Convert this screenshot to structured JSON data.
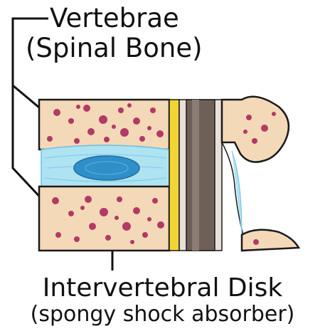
{
  "labels": {
    "vertebrae_title": "Vertebrae",
    "vertebrae_subtitle": "(Spinal Bone)",
    "disk_title": "Intervertebral Disk",
    "disk_subtitle": "(spongy shock absorber)"
  },
  "colors": {
    "bone_fill": "#f4d9b8",
    "bone_spots": "#b23a64",
    "disk_outer": "#aee3f2",
    "disk_inner": "#2f8fc9",
    "canal": "#6e6058",
    "ligament": "#f2d534",
    "outline": "#1a1a1a"
  }
}
